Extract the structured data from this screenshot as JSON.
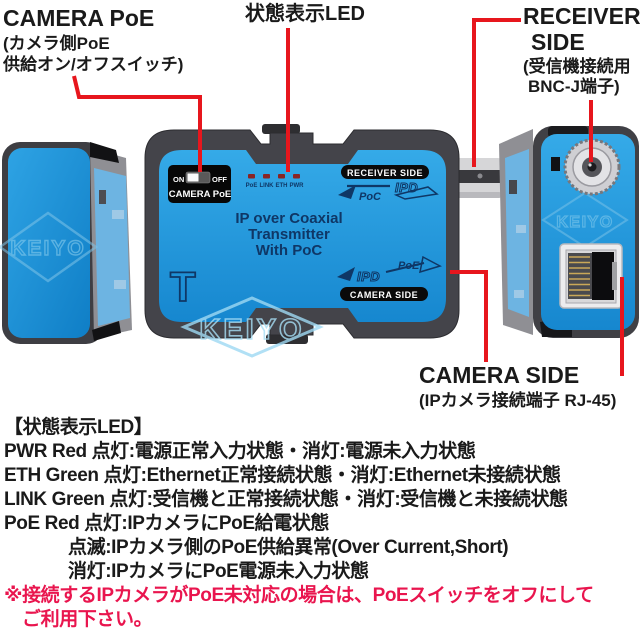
{
  "colors": {
    "device_blue": "#2aa0e2",
    "device_blue_dark": "#1687cf",
    "frame_gray": "#404045",
    "side_gray": "#8f8f94",
    "sticker_blue": "#6db4e2",
    "navy_print": "#0f3766",
    "callout_red": "#e7161d",
    "warning_red": "#e9154e",
    "watermark_blue": "#a7def5"
  },
  "callouts": {
    "camera_poe": {
      "title": "CAMERA PoE",
      "line2": "(カメラ側PoE",
      "line3": "供給オン/オフスイッチ)"
    },
    "status_led": "状態表示LED",
    "receiver_side": {
      "line1": "RECEIVER",
      "line2": "SIDE",
      "line3": "(受信機接続用",
      "line4": "BNC-J端子)"
    },
    "camera_side": {
      "line1": "CAMERA SIDE",
      "line2": "(IPカメラ接続端子 RJ-45)"
    }
  },
  "device": {
    "switch": {
      "on": "ON",
      "off": "OFF",
      "label": "CAMERA PoE"
    },
    "leds": [
      "PoE",
      "LINK",
      "ETH",
      "PWR"
    ],
    "receiver_pill": "RECEIVER SIDE",
    "camera_pill": "CAMERA SIDE",
    "logo_top": {
      "left": "PoC",
      "right": "IPD"
    },
    "logo_bottom": {
      "left": "IPD",
      "right": "PoE"
    },
    "title_line1": "IP over Coaxial",
    "title_line2": "Transmitter",
    "title_line3": "With PoC",
    "t_mark": "T",
    "watermark": "KEIYO"
  },
  "info": {
    "heading": "【状態表示LED】",
    "lines": [
      "PWR Red 点灯:電源正常入力状態・消灯:電源未入力状態",
      "ETH Green 点灯:Ethernet正常接続状態・消灯:Ethernet未接続状態",
      "LINK Green 点灯:受信機と正常接続状態・消灯:受信機と未接続状態",
      "PoE Red 点灯:IPカメラにPoE給電状態",
      "点滅:IPカメラ側のPoE供給異常(Over Current,Short)",
      "消灯:IPカメラにPoE電源未入力状態"
    ],
    "warning_line1": "※接続するIPカメラがPoE未対応の場合は、PoEスイッチをオフにして",
    "warning_line2": "ご利用下さい。"
  }
}
